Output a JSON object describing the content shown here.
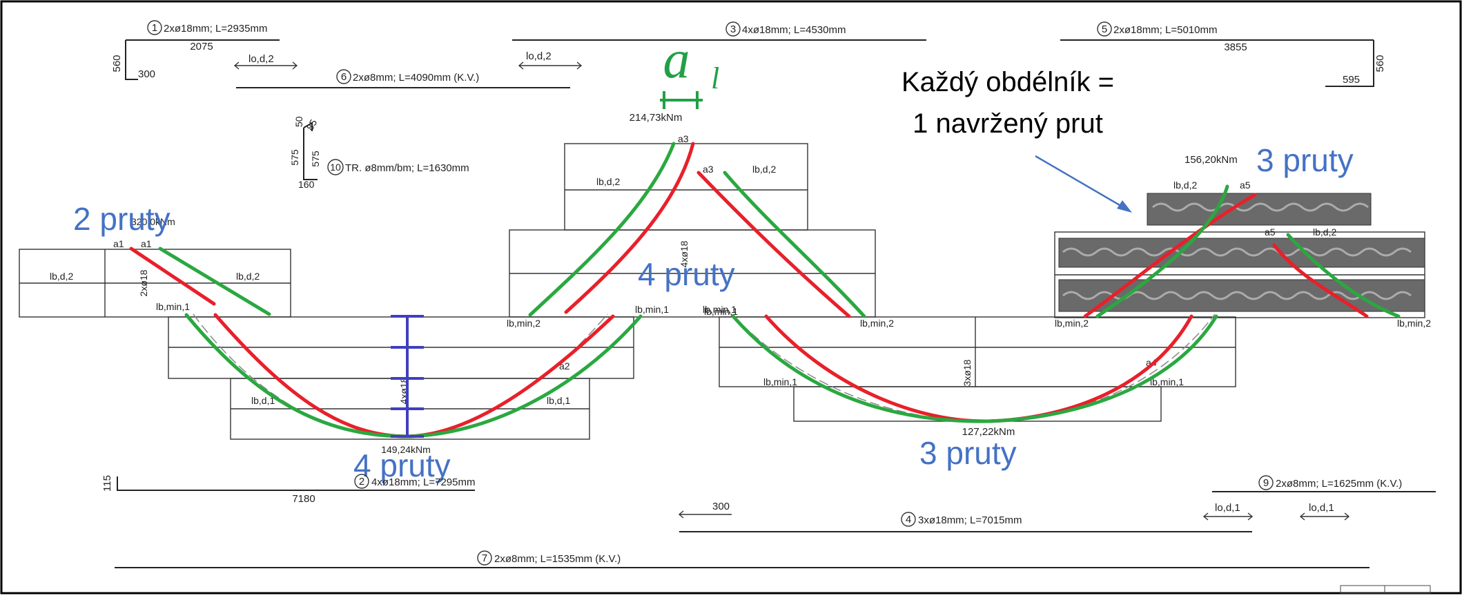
{
  "bars": {
    "b1": "2xø18mm;  L=2935mm",
    "b3": "4xø18mm;  L=4530mm",
    "b5": "2xø18mm;  L=5010mm",
    "b6": "2xø8mm;  L=4090mm  (K.V.)",
    "b10": "TR.  ø8mm/bm;  L=1630mm",
    "b2": "4xø18mm;  L=7295mm",
    "b9": "2xø8mm;  L=1625mm  (K.V.)",
    "b4": "3xø18mm;  L=7015mm",
    "b7": "2xø8mm;  L=1535mm  (K.V.)"
  },
  "markers": [
    "1",
    "3",
    "5",
    "6",
    "10",
    "2",
    "9",
    "4",
    "7"
  ],
  "dims": {
    "d2075": "2075",
    "d560a": "560",
    "d300a": "300",
    "d3855": "3855",
    "d560b": "560",
    "d595": "595",
    "d7180": "7180",
    "d115": "115",
    "d300b": "300",
    "d575a": "575",
    "d575b": "575",
    "d160": "160",
    "d50": "50",
    "d85": "85"
  },
  "labels": {
    "lod2": "lo,d,2",
    "lod1": "lo,d,1",
    "lbd2": "lb,d,2",
    "lbd1": "lb,d,1",
    "lbmin1": "lb,min,1",
    "lbmin2": "lb,min,2",
    "a1": "a1",
    "a2": "a2",
    "a3": "a3",
    "a4": "a4",
    "a5": "a5",
    "v2x18": "2xø18",
    "v4x18a": "4xø18",
    "v4x18b": "4xø18",
    "v3x18": "3xø18"
  },
  "moments": {
    "m1": "214,73kNm",
    "m2": "156,20kNm",
    "m3": "149,24kNm",
    "m4": "127,22kNm",
    "m5": "320,0kNm"
  },
  "annotations": {
    "al_main": "a",
    "al_sub": "l",
    "note_line1": "Každý obdélník =",
    "note_line2": "1 navržený prut",
    "pruty2": "2 pruty",
    "pruty4_top": "4 pruty",
    "pruty4_bottom": "4 pruty",
    "pruty3_right": "3 pruty",
    "pruty3_bottom": "3 pruty"
  },
  "colors": {
    "annotation_blue": "#4472c4",
    "bar_red": "#e8202a",
    "bar_green": "#2aa840",
    "al_green": "#22a045"
  },
  "icons": [
    "arrow-icon",
    "rebar-icon"
  ]
}
